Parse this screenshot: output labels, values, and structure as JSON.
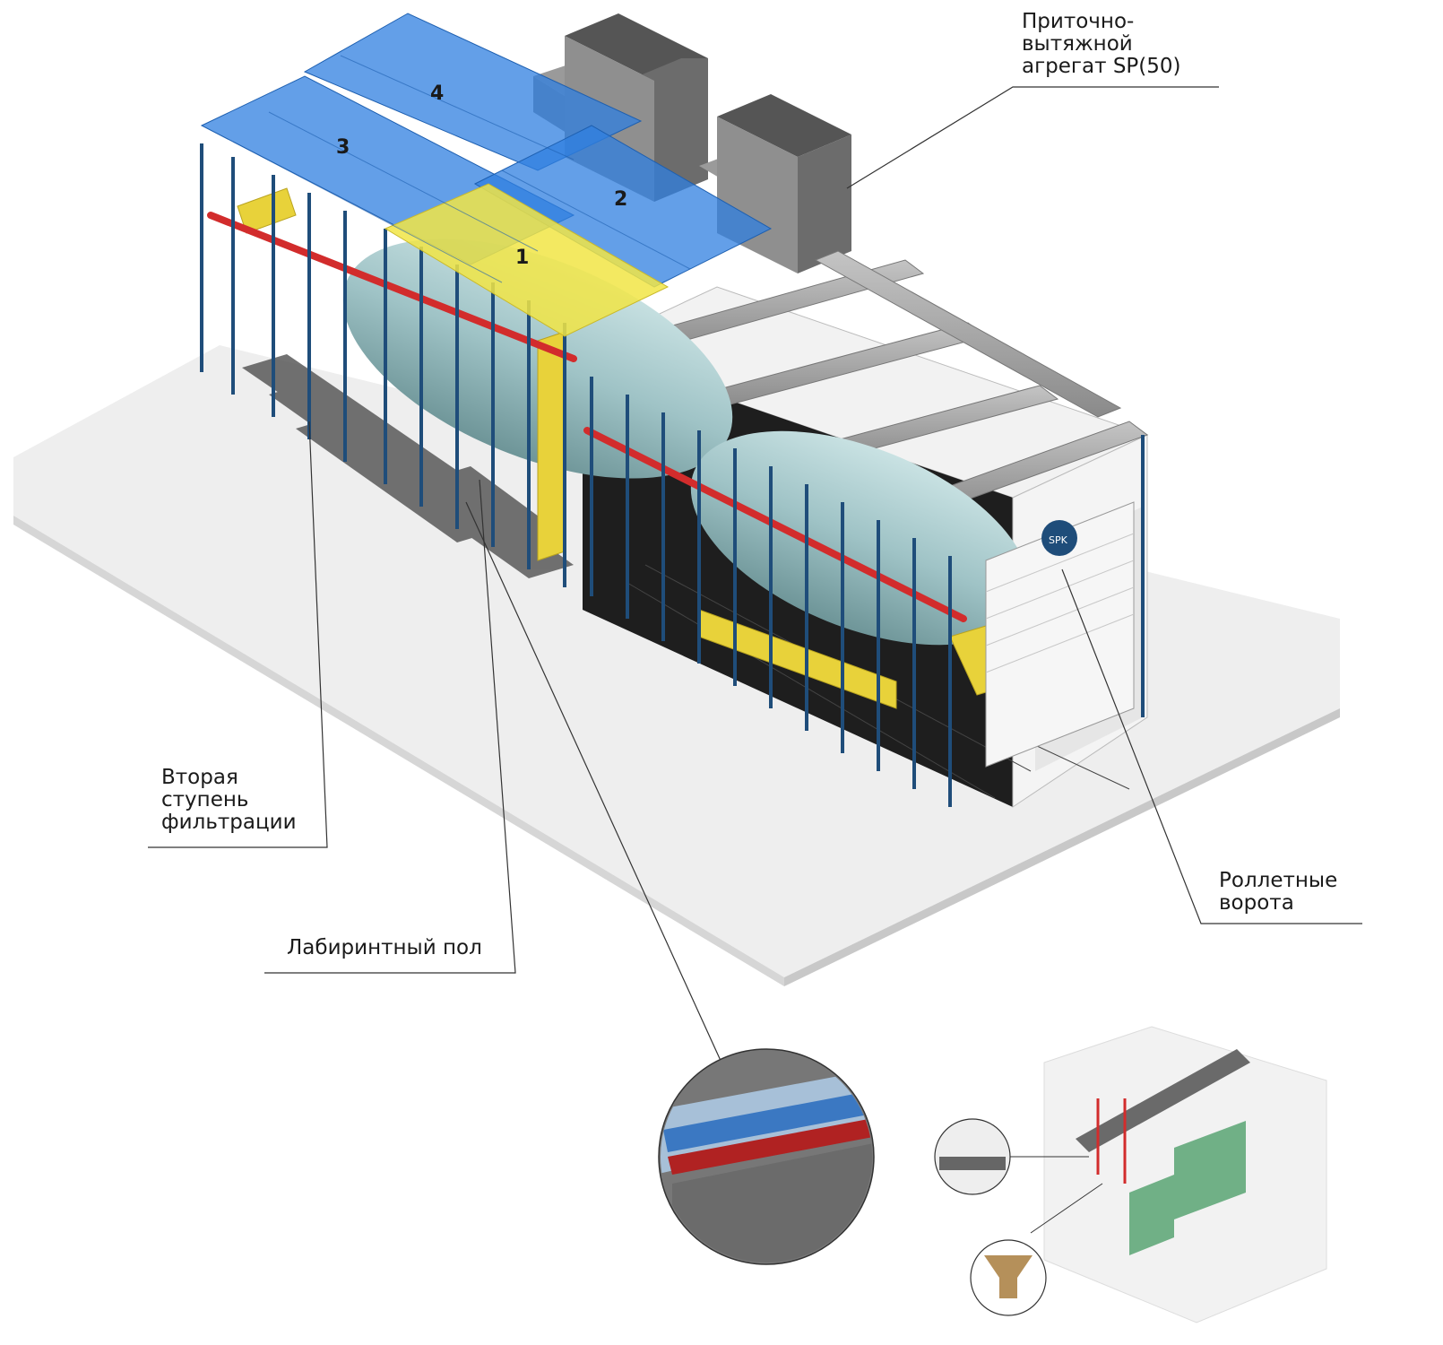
{
  "callouts": {
    "supply_exhaust_unit": [
      "Приточно-",
      "вытяжной",
      "агрегат SP(50)"
    ],
    "second_stage_filtration": [
      "Вторая",
      "ступень",
      "фильтрации"
    ],
    "labyrinth_floor": "Лабиринтный пол",
    "roller_gates": [
      "Роллетные",
      "ворота"
    ]
  },
  "zones": [
    {
      "id": "1",
      "color": "#f1e545"
    },
    {
      "id": "2",
      "color": "#2f7fe0"
    },
    {
      "id": "3",
      "color": "#2f7fe0"
    },
    {
      "id": "4",
      "color": "#2f7fe0"
    }
  ],
  "logo_text": "SPK",
  "colors": {
    "frame": "#1f4d7a",
    "rail": "#d22c2c",
    "gantry": "#e8d23a",
    "tank": "#9fc3c6",
    "duct": "#9a9a9a",
    "panel": "#eeeeee",
    "floor": "#ececec"
  }
}
